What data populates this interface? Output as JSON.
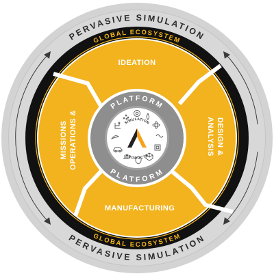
{
  "outer_ring": {
    "top_label": "PERVASIVE SIMULATION",
    "bottom_label": "PERVASIVE SIMULATION"
  },
  "ecosystem_ring": {
    "top_label": "GLOBAL ECOSYSTEM",
    "bottom_label": "GLOBAL ECOSYSTEM"
  },
  "segments": {
    "top": "IDEATION",
    "right": [
      "DESIGN &",
      "ANALYSIS"
    ],
    "bottom": "MANUFACTURING",
    "left": [
      "MISSIONS",
      "OPERATIONS &"
    ]
  },
  "platform_ring": {
    "top_label": "PLATFORM",
    "bottom_label": "PLATFORM"
  },
  "core": {
    "top_label": "SIMULATION",
    "bottom_label": "PRODUCTS"
  },
  "colors": {
    "outer_gray": "#c9c9c9",
    "outer_gray_dark": "#b5b5b5",
    "ecosystem_black": "#111111",
    "accent_yellow": "#f5b51b",
    "segment_yellow": "#f2b31e",
    "platform_gray": "#8e8e8e",
    "core_white": "#ffffff",
    "logo_orange": "#f5a31b"
  },
  "icons": [
    "gear-icon",
    "flame-icon",
    "atom-icon",
    "wave-icon",
    "chip-icon",
    "car-icon",
    "wing-icon",
    "circuit-icon",
    "hand-icon",
    "scatter-icon",
    "cube-icon",
    "shield-icon"
  ]
}
